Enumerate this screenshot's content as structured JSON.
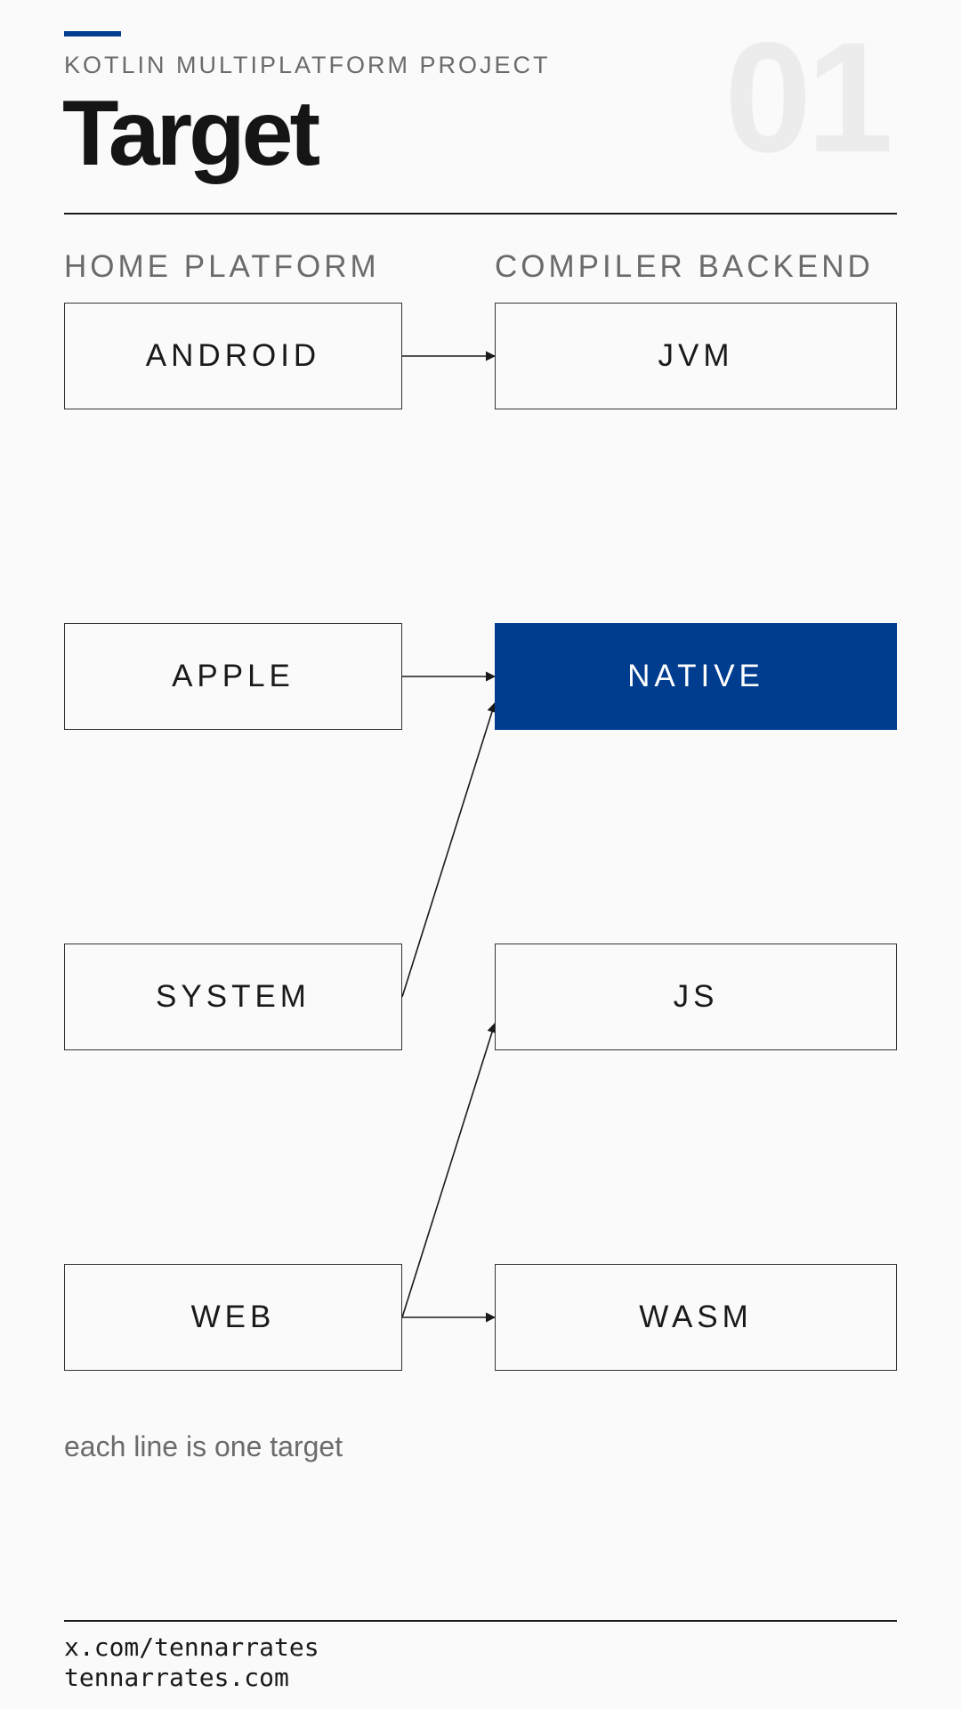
{
  "header": {
    "eyebrow": "KOTLIN MULTIPLATFORM PROJECT",
    "title": "Target",
    "number": "01"
  },
  "columns": {
    "left": "HOME PLATFORM",
    "right": "COMPILER BACKEND"
  },
  "home_platforms": [
    "ANDROID",
    "APPLE",
    "SYSTEM",
    "WEB"
  ],
  "compiler_backends": [
    "JVM",
    "NATIVE",
    "JS",
    "WASM"
  ],
  "highlighted_backend": "NATIVE",
  "connections": [
    {
      "from": "ANDROID",
      "to": "JVM"
    },
    {
      "from": "APPLE",
      "to": "NATIVE"
    },
    {
      "from": "SYSTEM",
      "to": "NATIVE"
    },
    {
      "from": "WEB",
      "to": "JS"
    },
    {
      "from": "WEB",
      "to": "WASM"
    }
  ],
  "note": "each line is one target",
  "footer": {
    "line1": "x.com/tennarrates",
    "line2": "tennarrates.com"
  },
  "colors": {
    "accent": "#003d8f",
    "background": "#fafafa",
    "text": "#1a1a1a",
    "muted": "#6b6b6b"
  }
}
